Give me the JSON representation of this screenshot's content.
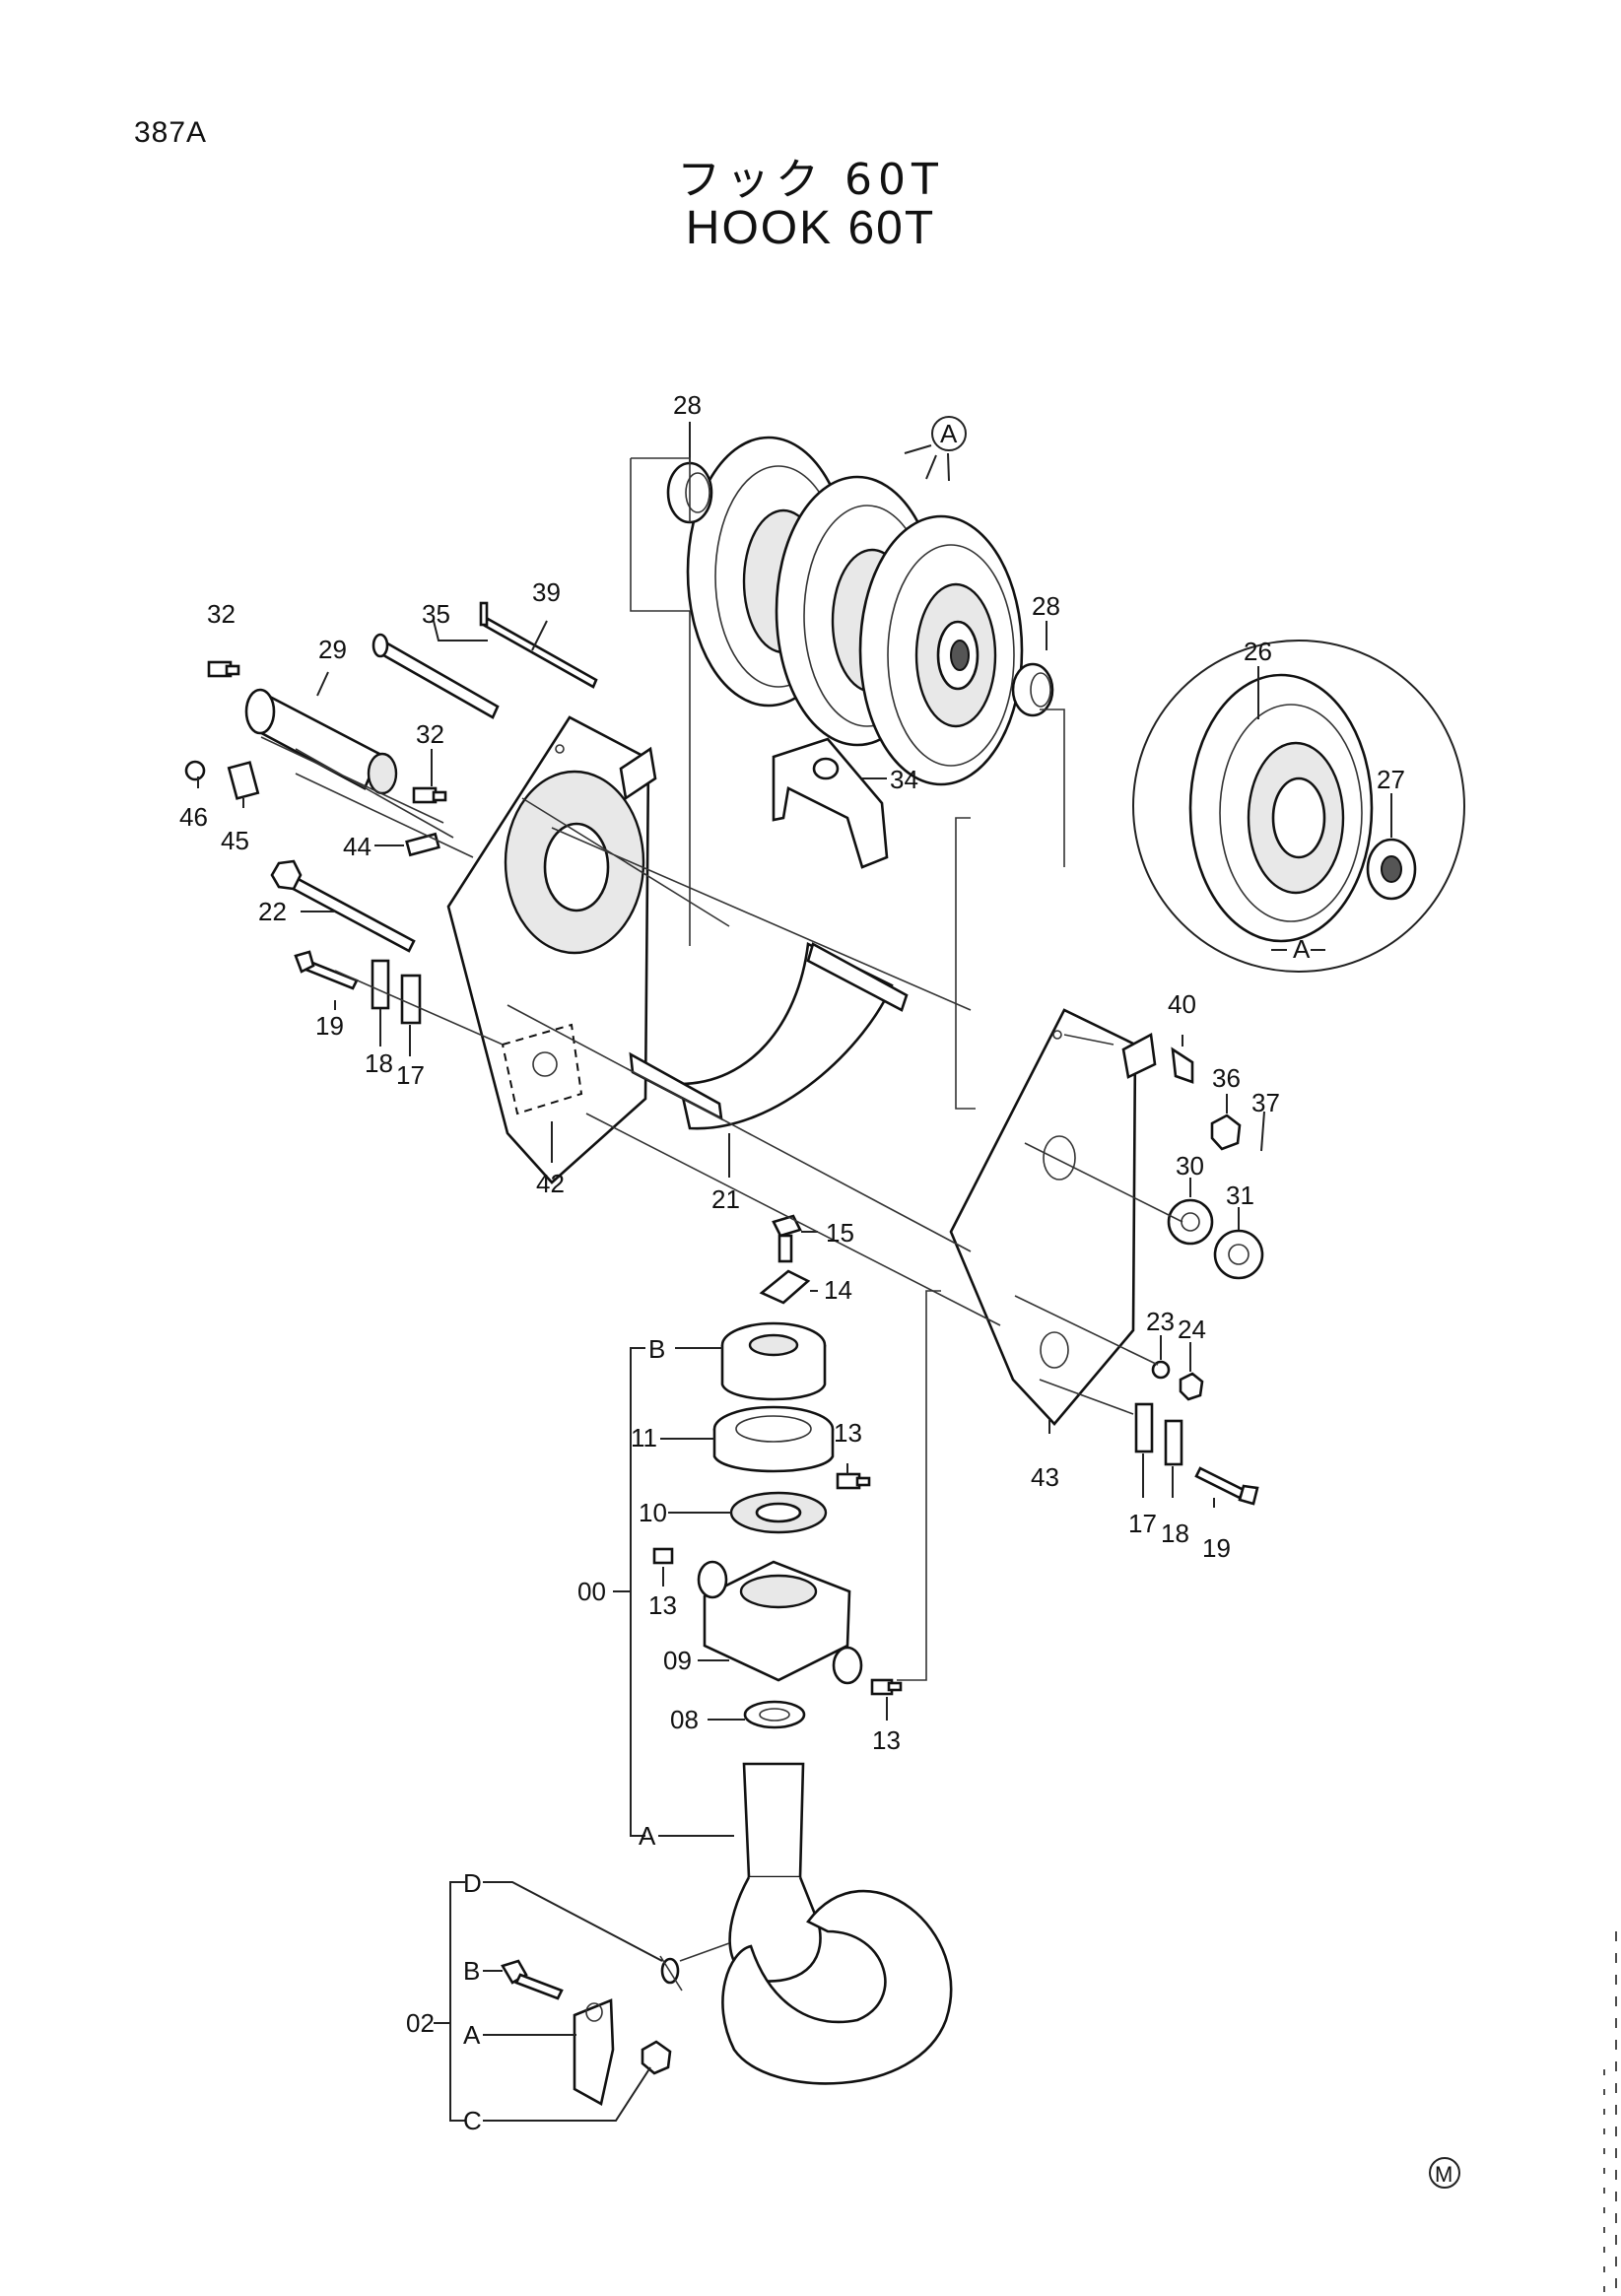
{
  "page_number": "387A",
  "title_jp": "フック 60T",
  "title_en": "HOOK 60T",
  "detail_view_marker": "A",
  "detail_view_label": "A",
  "mark": "M",
  "callouts": {
    "c28a": "28",
    "c28b": "28",
    "c39": "39",
    "c35": "35",
    "c32a": "32",
    "c29": "29",
    "c32b": "32",
    "c46": "46",
    "c45": "45",
    "c44": "44",
    "c22": "22",
    "c19a": "19",
    "c18a": "18",
    "c17a": "17",
    "c42": "42",
    "c21": "21",
    "c34": "34",
    "c26": "26",
    "c27": "27",
    "c40": "40",
    "c36": "36",
    "c37": "37",
    "c30": "30",
    "c31": "31",
    "c15": "15",
    "c14": "14",
    "cB1": "B",
    "c11": "11",
    "c13a": "13",
    "c10": "10",
    "c23": "23",
    "c24": "24",
    "c43": "43",
    "c17b": "17",
    "c18b": "18",
    "c19b": "19",
    "c00": "00",
    "c13b": "13",
    "c09": "09",
    "c13c": "13",
    "c08": "08",
    "cA1": "A",
    "cD": "D",
    "cB2": "B",
    "c02": "02",
    "cA2": "A",
    "cC": "C"
  }
}
